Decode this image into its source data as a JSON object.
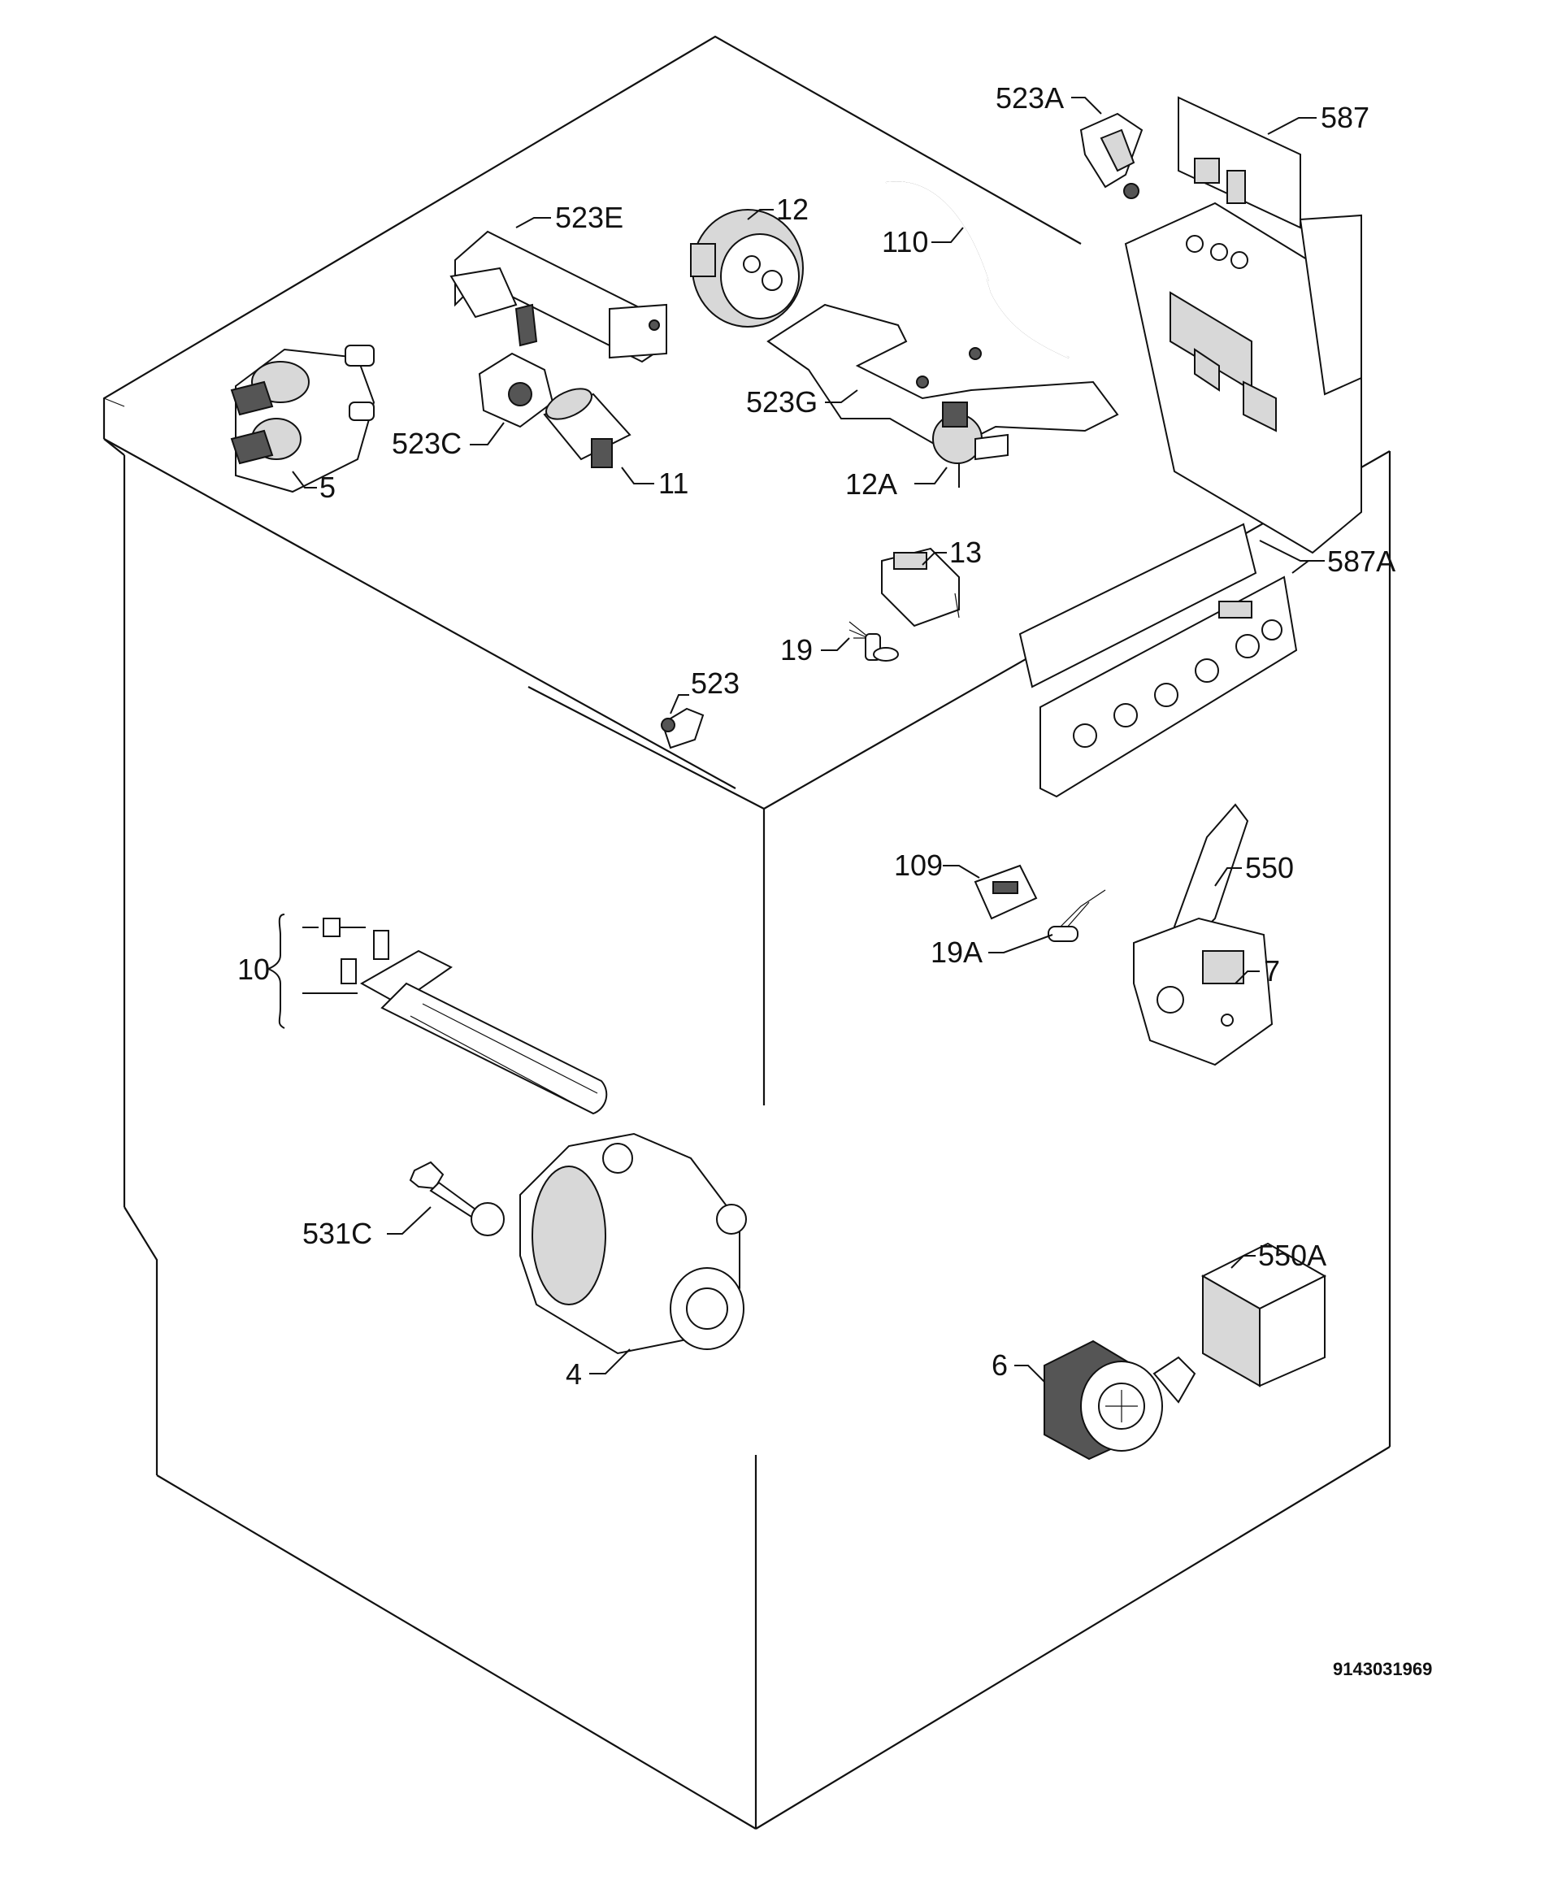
{
  "diagram": {
    "document_number": "9143031969",
    "labels": {
      "p523A": "523A",
      "p587": "587",
      "p523E": "523E",
      "p12": "12",
      "p110": "110",
      "p523G": "523G",
      "p523C": "523C",
      "p5": "5",
      "p11": "11",
      "p12A": "12A",
      "p13": "13",
      "p587A": "587A",
      "p19": "19",
      "p523": "523",
      "p109": "109",
      "p550": "550",
      "p19A": "19A",
      "p7": "7",
      "p10": "10",
      "p531C": "531C",
      "p550A": "550A",
      "p6": "6",
      "p4": "4"
    }
  }
}
